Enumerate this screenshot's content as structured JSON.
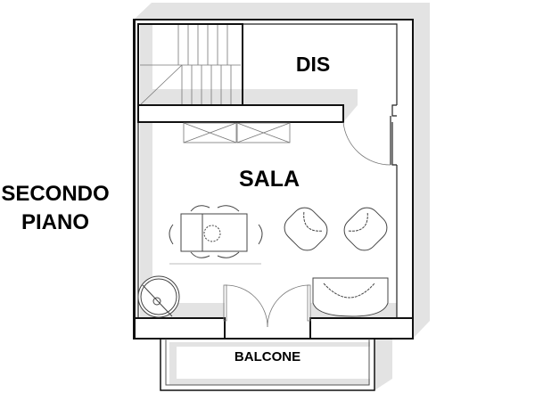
{
  "floor_label": {
    "line1": "SECONDO",
    "line2": "PIANO"
  },
  "rooms": {
    "dis": "DIS",
    "sala": "SALA",
    "balcone": "BALCONE"
  },
  "colors": {
    "shadow": "#e3e3e3",
    "wall_line": "#111111",
    "furniture_line": "#555555"
  }
}
